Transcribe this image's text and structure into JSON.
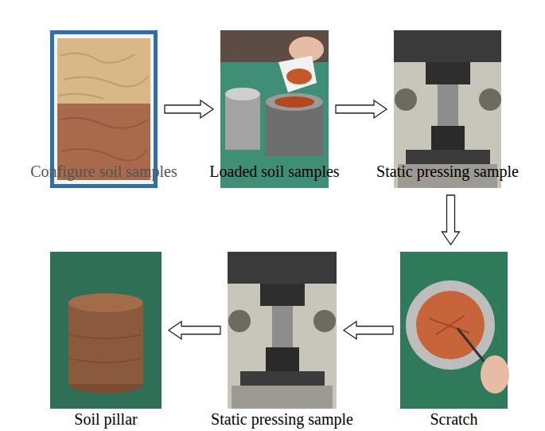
{
  "diagram": {
    "nodes": [
      {
        "text": [
          "Configure soil samples"
        ]
      },
      {
        "text": [
          "Loaded soil samples"
        ]
      },
      {
        "text": [
          "Static pressing sample"
        ]
      },
      {
        "text": [
          "Scratch"
        ]
      },
      {
        "text": [
          "Static pressing sample"
        ]
      },
      {
        "text": [
          "Soil pillar"
        ]
      }
    ],
    "edges": [
      {
        "from": 0,
        "to": 1,
        "arrow": "to"
      },
      {
        "from": 1,
        "to": 2,
        "arrow": "to"
      },
      {
        "from": 2,
        "to": 3,
        "arrow": "to"
      },
      {
        "from": 3,
        "to": 4,
        "arrow": "to"
      },
      {
        "from": 4,
        "to": 5,
        "arrow": "to"
      }
    ]
  }
}
